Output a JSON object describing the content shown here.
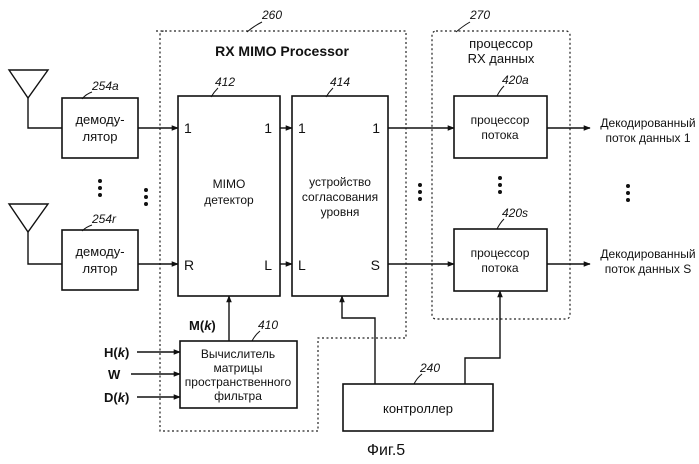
{
  "processor_title": "RX MIMO Processor",
  "ref_260": "260",
  "ref_270": "270",
  "rx_data": {
    "line1": "процессор",
    "line2": "RX данных"
  },
  "demod_1": {
    "ref": "254a",
    "line1": "демоду-",
    "line2": "лятор"
  },
  "demod_r": {
    "ref": "254r",
    "line1": "демоду-",
    "line2": "лятор"
  },
  "mimo": {
    "ref": "412",
    "line1": "MIMO",
    "line2": "детектор",
    "in_1": "1",
    "in_r": "R",
    "out_1": "1",
    "out_l": "L"
  },
  "level": {
    "ref": "414",
    "line1": "устройство",
    "line2": "согласования",
    "line3": "уровня",
    "in_1": "1",
    "in_l": "L",
    "out_1": "1",
    "out_s": "S"
  },
  "stream_1": {
    "ref": "420a",
    "line1": "процессор",
    "line2": "потока"
  },
  "stream_s": {
    "ref": "420s",
    "line1": "процессор",
    "line2": "потока"
  },
  "output_1": {
    "line1": "Декодированный",
    "line2": "поток данных 1"
  },
  "output_s": {
    "line1": "Декодированный",
    "line2": "поток данных S"
  },
  "matrix": {
    "ref": "410",
    "line1": "Вычислитель",
    "line2": "матрицы",
    "line3": "пространственного",
    "line4": "фильтра"
  },
  "controller": {
    "ref": "240",
    "label": "контроллер"
  },
  "inputs": {
    "m": {
      "name": "M",
      "arg": "k"
    },
    "h": {
      "name": "H",
      "arg": "k"
    },
    "w": {
      "name": "W"
    },
    "d": {
      "name": "D",
      "arg": "k"
    }
  },
  "caption": "Фиг.5"
}
